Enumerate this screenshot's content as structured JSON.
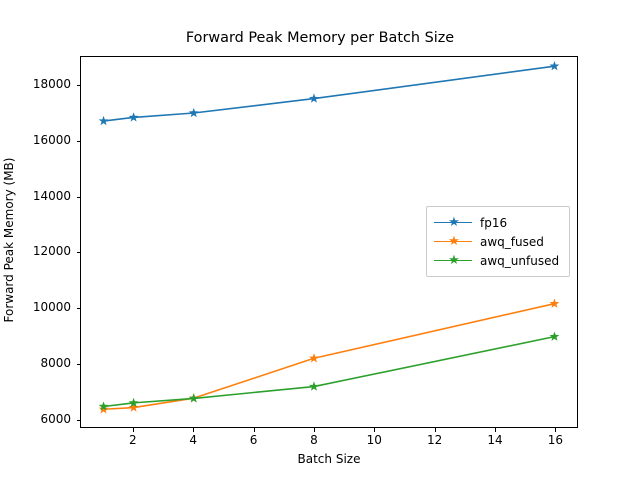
{
  "chart_data": {
    "type": "line",
    "title": "Forward Peak Memory per Batch Size",
    "xlabel": "Batch Size",
    "ylabel": "Forward Peak Memory (MB)",
    "x": [
      1,
      2,
      4,
      8,
      16
    ],
    "xlim": [
      0.25,
      16.75
    ],
    "ylim": [
      5700,
      19050
    ],
    "xticks": [
      2,
      4,
      6,
      8,
      10,
      12,
      14,
      16
    ],
    "xtick_labels": [
      "2",
      "4",
      "6",
      "8",
      "10",
      "12",
      "14",
      "16"
    ],
    "yticks": [
      6000,
      8000,
      10000,
      12000,
      14000,
      16000,
      18000
    ],
    "ytick_labels": [
      "6000",
      "8000",
      "10000",
      "12000",
      "14000",
      "16000",
      "18000"
    ],
    "grid": false,
    "legend_position": "center right",
    "marker": "star",
    "series": [
      {
        "name": "fp16",
        "color": "#1f77b4",
        "values": [
          16740,
          16870,
          17030,
          17550,
          18720
        ]
      },
      {
        "name": "awq_fused",
        "color": "#ff7f0e",
        "values": [
          6340,
          6400,
          6740,
          8180,
          10150
        ]
      },
      {
        "name": "awq_unfused",
        "color": "#2ca02c",
        "values": [
          6440,
          6570,
          6730,
          7160,
          8960
        ]
      }
    ]
  },
  "figure": {
    "background_color": "#ffffff",
    "axes_edge_color": "#000000"
  },
  "legend": {
    "entries": [
      {
        "label": "fp16",
        "color": "#1f77b4"
      },
      {
        "label": "awq_fused",
        "color": "#ff7f0e"
      },
      {
        "label": "awq_unfused",
        "color": "#2ca02c"
      }
    ]
  }
}
